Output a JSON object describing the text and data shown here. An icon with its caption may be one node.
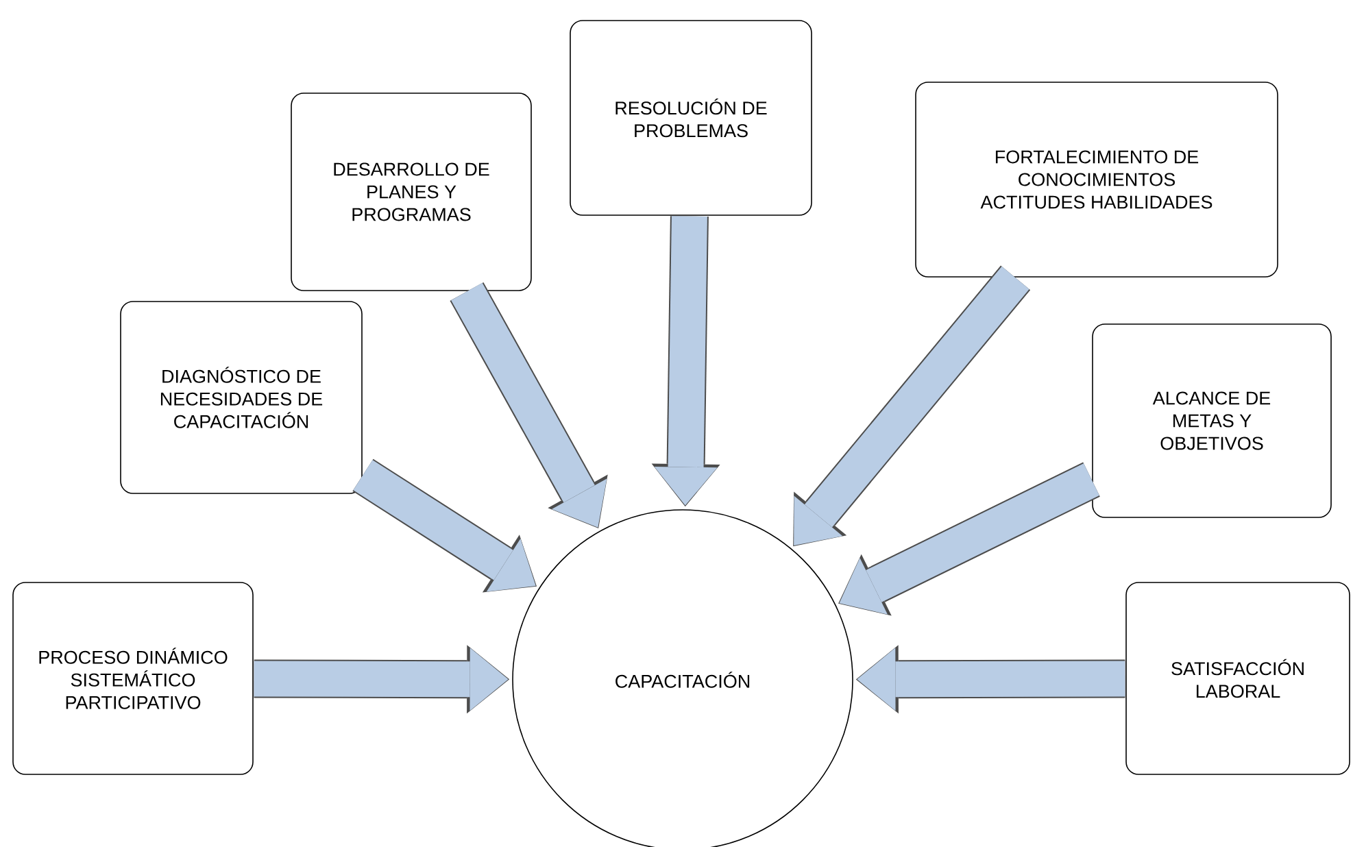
{
  "diagram": {
    "nodes": [
      {
        "text": [
          "RESOLUCIÓN DE PROBLEMAS"
        ]
      },
      {
        "text": [
          "DESARROLLO DE PLANES Y PROGRAMAS"
        ]
      },
      {
        "text": [
          "FORTALECIMIENTO DE CONOCIMIENTOS ACTITUDES HABILIDADES"
        ]
      },
      {
        "text": [
          "DIAGNÓSTICO DE NECESIDADES DE CAPACITACIÓN"
        ]
      },
      {
        "text": [
          "ALCANCE DE METAS Y OBJETIVOS"
        ]
      },
      {
        "text": [
          "PROCESO DINÁMICO SISTEMÁTICO PARTICIPATIVO"
        ]
      },
      {
        "text": [
          "CAPACITACIÓN"
        ]
      },
      {
        "text": [
          "SATISFACCIÓN LABORAL"
        ]
      }
    ],
    "edges": [
      {
        "from": 0,
        "to": 6,
        "arrow": "to"
      },
      {
        "from": 1,
        "to": 6,
        "arrow": "to"
      },
      {
        "from": 2,
        "to": 6,
        "arrow": "to"
      },
      {
        "from": 3,
        "to": 6,
        "arrow": "to"
      },
      {
        "from": 4,
        "to": 6,
        "arrow": "to"
      },
      {
        "from": 5,
        "to": 6,
        "arrow": "to"
      },
      {
        "from": 7,
        "to": 6,
        "arrow": "to"
      }
    ]
  }
}
